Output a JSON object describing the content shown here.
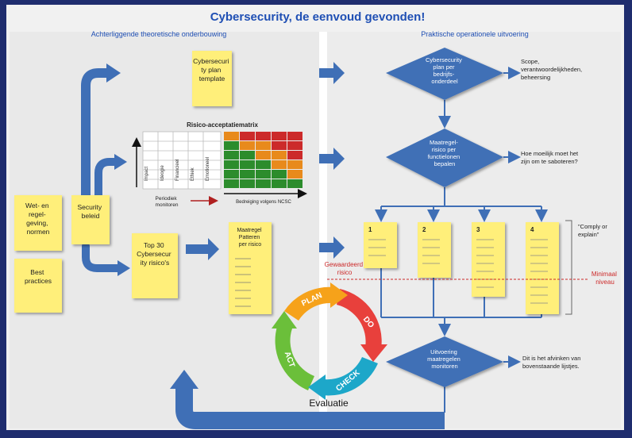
{
  "title": "Cybersecurity, de eenvoud gevonden!",
  "left_header": "Achterliggende theoretische onderbouwing",
  "right_header": "Praktische operationele uitvoering",
  "notes": {
    "wet": [
      "Wet- en",
      "regel-",
      "geving,",
      "normen"
    ],
    "best": [
      "Best",
      "practices"
    ],
    "security": [
      "Security",
      "beleid"
    ],
    "template": [
      "Cybersecuri",
      "ty plan",
      "template"
    ],
    "top30": [
      "Top 30",
      "Cybersecur",
      "ity risico's"
    ],
    "maatregelen": [
      "Maatregel",
      "Patteren",
      "per risico"
    ]
  },
  "matrix": {
    "title": "Risico-acceptatiematrix",
    "column_labels": [
      "Impact",
      "Ideogie",
      "Financieel",
      "Ethiek",
      "Emotioneel"
    ],
    "monitor_label": [
      "Periodiek",
      "monitoren"
    ],
    "x_axis_label": "Bedreiging volgens NCSC"
  },
  "diamonds": {
    "d1": [
      "Cybersecurity",
      "plan per",
      "bedrijfs-",
      "onderdeel"
    ],
    "d2": [
      "Maatregel-",
      "risico per",
      "functielonen",
      "bepalen"
    ],
    "d3": [
      "Uitvoering",
      "maatregelen",
      "monitoren"
    ]
  },
  "side_notes": {
    "n1": [
      "Scope,",
      "verantwoordelijkheden,",
      "beheersing"
    ],
    "n2": [
      "Hoe moeilijk moet het",
      "zijn om te saboteren?"
    ],
    "n3": [
      "\"Comply or",
      "explain\""
    ],
    "n4": [
      "Dit is het afvinken van",
      "bovenstaande lijstjes."
    ]
  },
  "level_cards": [
    "1",
    "2",
    "3",
    "4"
  ],
  "gewaardeerd_risico": [
    "Gewaardeerd",
    "risico"
  ],
  "minimaal_niveau": [
    "Minimaal",
    "niveau"
  ],
  "pdca": [
    "PLAN",
    "DO",
    "CHECK",
    "ACT"
  ],
  "evaluatie": "Evaluatie",
  "colors": {
    "frame": "#1f2d6e",
    "panel": "#f1f1f1",
    "title": "#1f4fb4",
    "arrow": "#3f6fb6",
    "sticky": "#ffef7a",
    "diamond": "#3f6fb6",
    "red": "#cc2a2a",
    "green": "#2c8c2c",
    "orange": "#e88a1c"
  }
}
